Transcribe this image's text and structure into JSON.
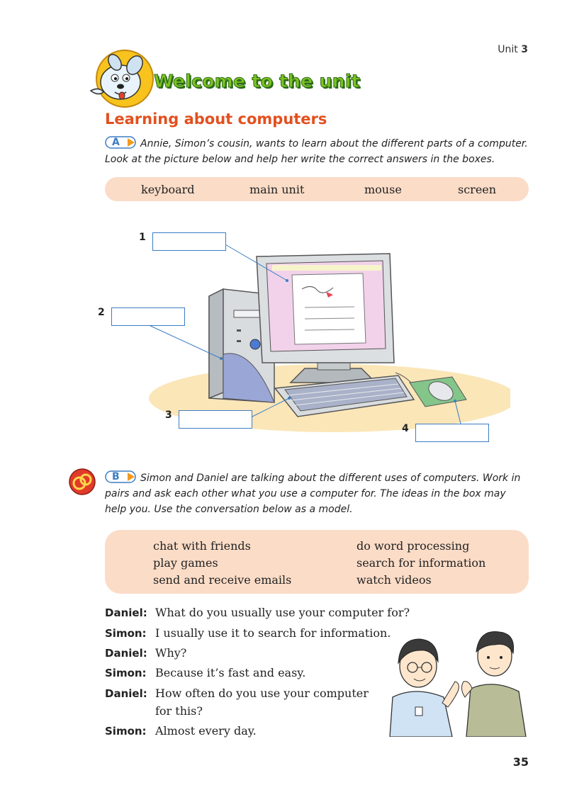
{
  "header": {
    "unit_prefix": "Unit",
    "unit_number": "3"
  },
  "title": "Welcome to the unit",
  "section_title": "Learning about computers",
  "part_a": {
    "badge": "A",
    "instruction_line1": "Annie, Simon’s cousin, wants to learn about the different parts of a computer.",
    "instruction_line2": "Look at the picture below and help her write the correct answers in the boxes.",
    "word_bank": [
      "keyboard",
      "main unit",
      "mouse",
      "screen"
    ],
    "labels": [
      "1",
      "2",
      "3",
      "4"
    ]
  },
  "part_b": {
    "badge": "B",
    "instruction_line1": "Simon and Daniel are talking about the different uses of computers. Work in",
    "instruction_line2": "pairs and ask each other what you use a computer for. The ideas in the box may",
    "instruction_line3": "help you. Use the conversation below as a model.",
    "ideas_left": [
      "chat with friends",
      "play games",
      "send and receive emails"
    ],
    "ideas_right": [
      "do word processing",
      "search for information",
      "watch videos"
    ]
  },
  "dialogue": [
    {
      "speaker": "Daniel:",
      "line": "What do you usually use your computer for?"
    },
    {
      "speaker": "Simon:",
      "line": "I usually use it to search for information."
    },
    {
      "speaker": "Daniel:",
      "line": "Why?"
    },
    {
      "speaker": "Simon:",
      "line": "Because it’s fast and easy."
    },
    {
      "speaker": "Daniel:",
      "line": "How often do you use your computer",
      "line2": "for this?"
    },
    {
      "speaker": "Simon:",
      "line": "Almost every day."
    }
  ],
  "page_number": "35",
  "colors": {
    "title_green": "#7cc220",
    "section_orange": "#e2501f",
    "box_peach": "#fbdcc7",
    "label_blue": "#3b7dc4"
  }
}
